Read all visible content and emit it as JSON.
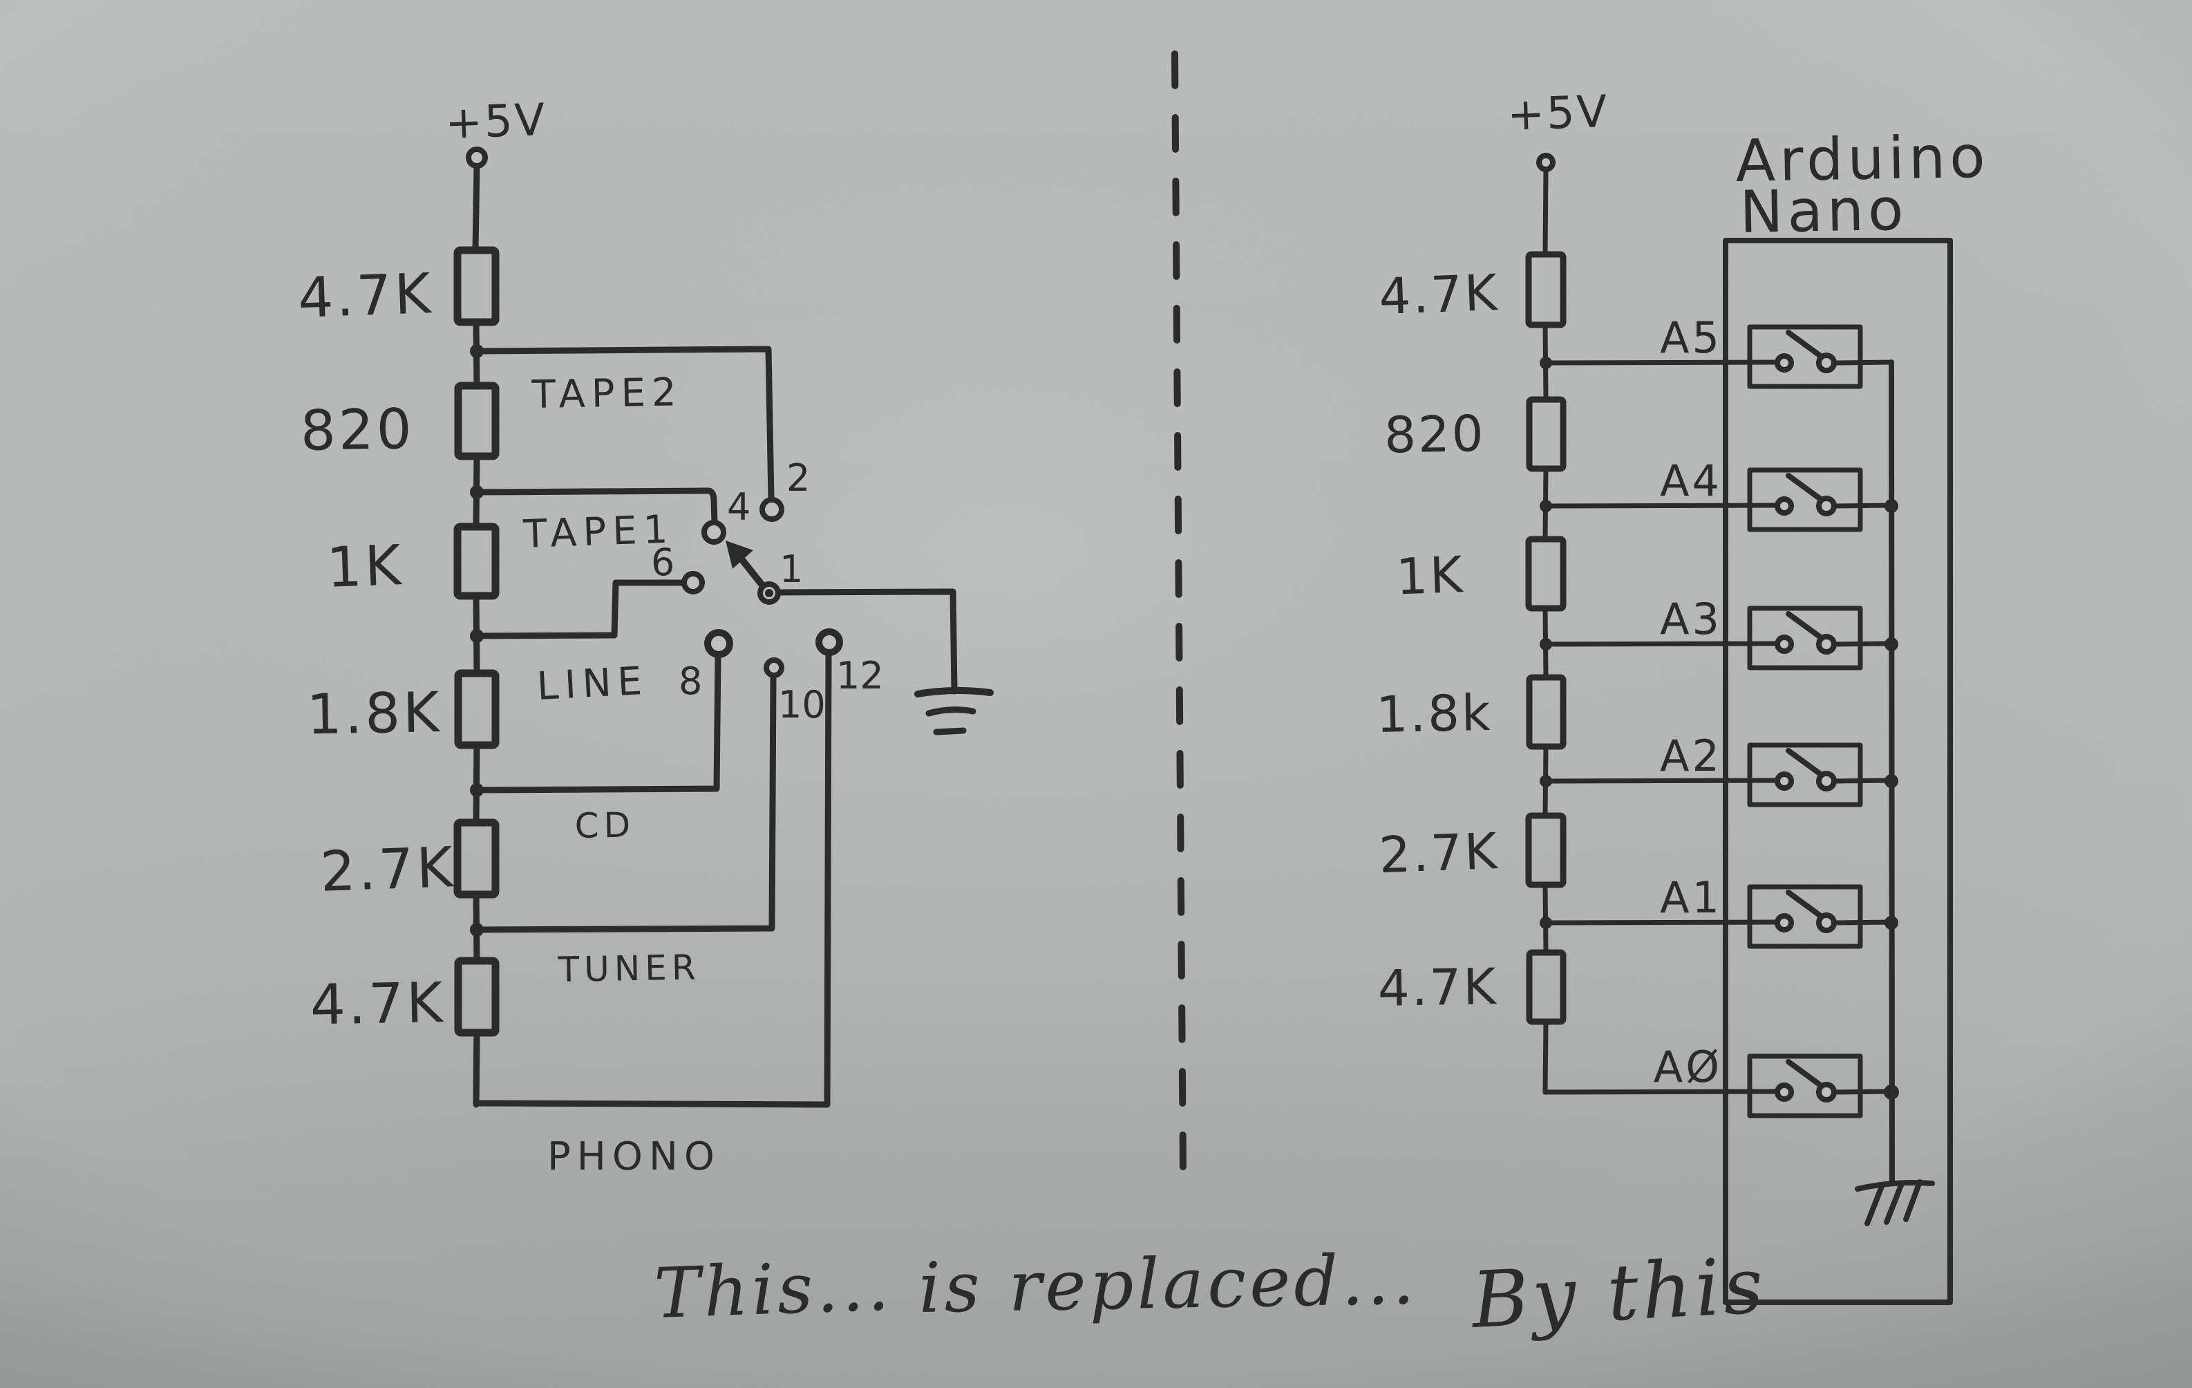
{
  "colors": {
    "paper": "#bdc0bf",
    "ink": "#2b2b2b"
  },
  "caption": {
    "left": "This...",
    "middle": "is replaced...",
    "right": "By this"
  },
  "left_circuit": {
    "supply_label": "+5V",
    "resistors": [
      "4.7K",
      "820",
      "1K",
      "1.8K",
      "2.7K",
      "4.7K"
    ],
    "taps": [
      {
        "label": "TAPE2",
        "contact": "2"
      },
      {
        "label": "TAPE1",
        "contact": "4"
      },
      {
        "label": "LINE",
        "contact": "6"
      },
      {
        "label": "CD",
        "contact": "8"
      },
      {
        "label": "TUNER",
        "contact": "10"
      },
      {
        "label": "PHONO",
        "contact": "12"
      }
    ],
    "common_contact": "1"
  },
  "right_circuit": {
    "supply_label": "+5V",
    "title_line1": "Arduino",
    "title_line2": "Nano",
    "resistors": [
      "4.7K",
      "820",
      "1K",
      "1.8k",
      "2.7K",
      "4.7K"
    ],
    "channels": [
      "A5",
      "A4",
      "A3",
      "A2",
      "A1",
      "AØ"
    ]
  }
}
